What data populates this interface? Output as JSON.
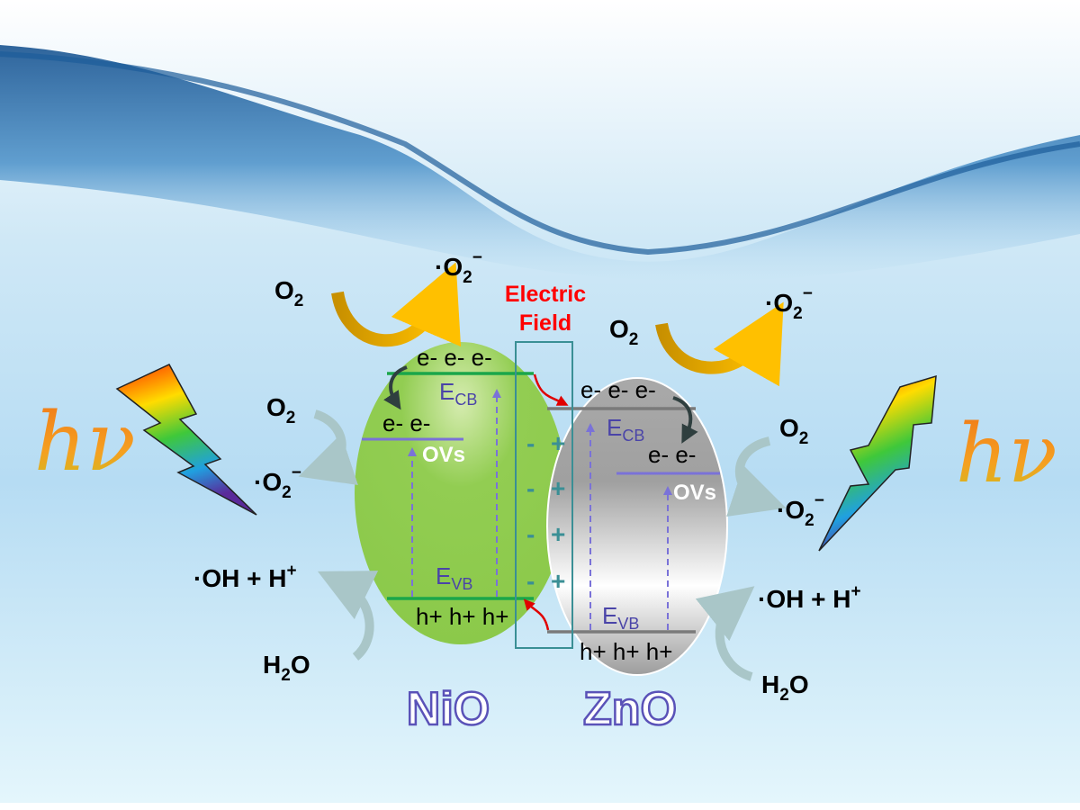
{
  "electric_field": {
    "line1": "Electric",
    "line2": "Field"
  },
  "charges": {
    "minus": "-",
    "plus": "+"
  },
  "nio": {
    "label": "NiO",
    "cb_electrons": "e- e- e-",
    "ov_electrons": "e- e-",
    "ecb": {
      "main": "E",
      "sub": "CB"
    },
    "evb": {
      "main": "E",
      "sub": "VB"
    },
    "ovs": "OVs",
    "holes": "h+ h+ h+"
  },
  "zno": {
    "label": "ZnO",
    "cb_electrons": "e- e- e-",
    "ov_electrons": "e- e-",
    "ecb": {
      "main": "E",
      "sub": "CB"
    },
    "evb": {
      "main": "E",
      "sub": "VB"
    },
    "ovs": "OVs",
    "holes": "h+ h+ h+"
  },
  "species": {
    "o2": {
      "main": "O",
      "sub": "2"
    },
    "superoxide": {
      "main": "·O",
      "sub": "2",
      "sup": "−"
    },
    "hydroxyl": {
      "main": "·OH + H",
      "sup": "+"
    },
    "water": {
      "main": "H",
      "sub": "2",
      "tail": "O"
    }
  },
  "light": {
    "symbol": "hν"
  },
  "colors": {
    "nio": "#8fcc4a",
    "field_text": "#ff0000",
    "band_nio": "#1aa64a",
    "band_zno": "#7a7a7a",
    "ov_line": "#7a72d8"
  }
}
